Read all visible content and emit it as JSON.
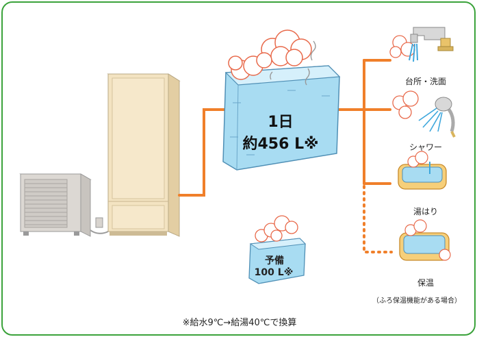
{
  "tank_main": {
    "line1": "1日",
    "line2": "約456 L※"
  },
  "tank_reserve": {
    "line1": "予備",
    "line2": "100 L※"
  },
  "uses": [
    {
      "label": "台所・洗面"
    },
    {
      "label": "シャワー"
    },
    {
      "label": "湯はり"
    },
    {
      "label": "保温"
    }
  ],
  "heat_keep_note": "（ふろ保温機能がある場合）",
  "footnote": "※給水9℃→給湯40℃で換算",
  "colors": {
    "frame": "#3aa23a",
    "pipe": "#f07f2a",
    "water": "#a8dcf2",
    "unit": "#f3e3c1"
  }
}
